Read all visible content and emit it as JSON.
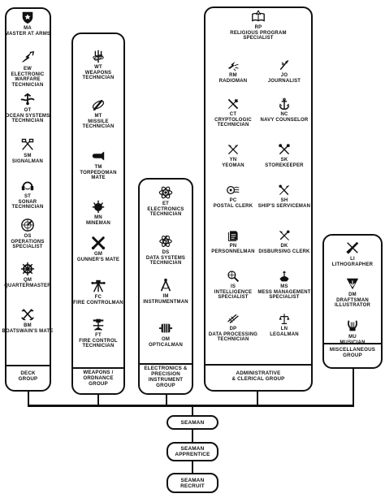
{
  "groups": {
    "deck": {
      "label": "DECK\nGROUP",
      "ratings": [
        {
          "code": "MA",
          "title": "MASTER AT ARMS",
          "icon": "shield-star-icon"
        },
        {
          "code": "EW",
          "title": "ELECTRONIC\nWARFARE\nTECHNICIAN",
          "icon": "lightning-arrow-icon"
        },
        {
          "code": "OT",
          "title": "OCEAN SYSTEMS\nTECHNICIAN",
          "icon": "ocean-sensor-icon"
        },
        {
          "code": "SM",
          "title": "SIGNALMAN",
          "icon": "crossed-flags-icon"
        },
        {
          "code": "ST",
          "title": "SONAR\nTECHNICIAN",
          "icon": "sonar-headphones-icon"
        },
        {
          "code": "OS",
          "title": "OPERATIONS\nSPECIALIST",
          "icon": "radar-scope-icon"
        },
        {
          "code": "QM",
          "title": "QUARTERMASTER",
          "icon": "ship-wheel-icon"
        },
        {
          "code": "BM",
          "title": "BOATSWAIN'S MATE",
          "icon": "crossed-anchors-icon"
        }
      ]
    },
    "weapons": {
      "label": "WEAPONS /\nORDNANCE\nGROUP",
      "ratings": [
        {
          "code": "WT",
          "title": "WEAPONS\nTECHNICIAN",
          "icon": "trident-atom-icon"
        },
        {
          "code": "MT",
          "title": "MISSILE\nTECHNICIAN",
          "icon": "missile-orbit-icon"
        },
        {
          "code": "TM",
          "title": "TORPEDOMAN\nMATE",
          "icon": "torpedo-icon"
        },
        {
          "code": "MN",
          "title": "MINEMAN",
          "icon": "sea-mine-icon"
        },
        {
          "code": "GM",
          "title": "GUNNER'S MATE",
          "icon": "crossed-cannons-icon"
        },
        {
          "code": "FC",
          "title": "FIRE CONTROLMAN",
          "icon": "range-finder-icon"
        },
        {
          "code": "FT",
          "title": "FIRE CONTROL\nTECHNICIAN",
          "icon": "fire-control-director-icon"
        }
      ]
    },
    "electronics": {
      "label": "ELECTRONICS &\nPRECISION\nINSTRUMENT\nGROUP",
      "ratings": [
        {
          "code": "ET",
          "title": "ELECTRONICS\nTECHNICIAN",
          "icon": "helium-atom-icon"
        },
        {
          "code": "DS",
          "title": "DATA SYSTEMS\nTECHNICIAN",
          "icon": "atom-lightning-icon"
        },
        {
          "code": "IM",
          "title": "INSTRUMENTMAN",
          "icon": "dividers-icon"
        },
        {
          "code": "OM",
          "title": "OPTICALMAN",
          "icon": "optical-lens-icon"
        }
      ]
    },
    "admin": {
      "label": "ADMINISTRATIVE\n& CLERICAL GROUP",
      "top": {
        "code": "RP",
        "title": "RELIGIOUS PROGRAM\nSPECIALIST",
        "icon": "open-book-compass-icon"
      },
      "left": [
        {
          "code": "RM",
          "title": "RADIOMAN",
          "icon": "lightning-sparks-icon"
        },
        {
          "code": "CT",
          "title": "CRYPTOLOGIC\nTECHNICIAN",
          "icon": "crossed-quill-lightning-icon"
        },
        {
          "code": "YN",
          "title": "YEOMAN",
          "icon": "crossed-quills-icon"
        },
        {
          "code": "PC",
          "title": "POSTAL CLERK",
          "icon": "postmark-stamp-icon"
        },
        {
          "code": "PN",
          "title": "PERSONNELMAN",
          "icon": "document-stack-icon"
        },
        {
          "code": "IS",
          "title": "INTELLIGENCE\nSPECIALIST",
          "icon": "globe-magnifier-icon"
        },
        {
          "code": "DP",
          "title": "DATA PROCESSING\nTECHNICIAN",
          "icon": "punch-card-icon"
        }
      ],
      "right": [
        {
          "code": "JO",
          "title": "JOURNALIST",
          "icon": "quill-lightning-icon"
        },
        {
          "code": "NC",
          "title": "NAVY COUNSELOR",
          "icon": "anchor-compass-icon"
        },
        {
          "code": "SK",
          "title": "STOREKEEPER",
          "icon": "crossed-keys-icon"
        },
        {
          "code": "SH",
          "title": "SHIP'S SERVICEMAN",
          "icon": "crossed-key-quill-icon"
        },
        {
          "code": "DK",
          "title": "DISBURSING CLERK",
          "icon": "crossed-quill-key-icon"
        },
        {
          "code": "MS",
          "title": "MESS MANAGEMENT\nSPECIALIST",
          "icon": "crescent-key-icon"
        },
        {
          "code": "LN",
          "title": "LEGALMAN",
          "icon": "quill-scales-icon"
        }
      ]
    },
    "misc": {
      "label": "MISCELLANEOUS\nGROUP",
      "ratings": [
        {
          "code": "LI",
          "title": "LITHOGRAPHER",
          "icon": "crossed-brayer-icon"
        },
        {
          "code": "DM",
          "title": "DRAFTSMAN\nILLUSTRATOR",
          "icon": "drafting-compass-icon"
        },
        {
          "code": "MU",
          "title": "MUSICIAN",
          "icon": "lyre-icon"
        }
      ]
    }
  },
  "path": [
    {
      "label": "SEAMAN"
    },
    {
      "label": "SEAMAN\nAPPRENTICE"
    },
    {
      "label": "SEAMAN\nRECRUIT"
    }
  ]
}
